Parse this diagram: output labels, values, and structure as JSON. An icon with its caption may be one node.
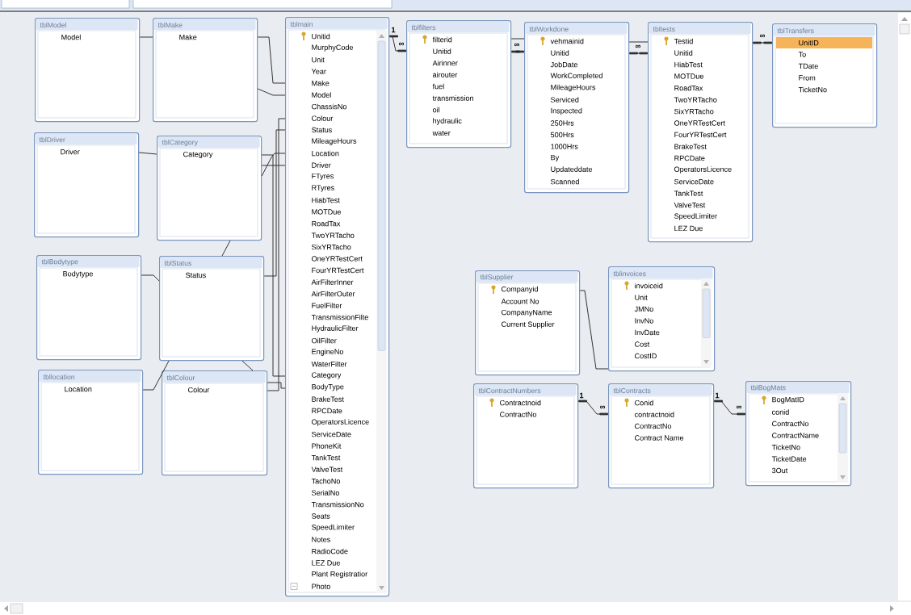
{
  "diagram": {
    "nodes": [
      {
        "text": [
          "tblModel",
          "Model"
        ]
      },
      {
        "text": [
          "tblMake",
          "Make"
        ]
      },
      {
        "text": [
          "tblmain",
          "Unitid",
          "MurphyCode",
          "Unit",
          "Year",
          "Make",
          "Model",
          "ChassisNo",
          "Colour",
          "Status",
          "MileageHours",
          "Location",
          "Driver",
          "FTyres",
          "RTyres",
          "HiabTest",
          "MOTDue",
          "RoadTax",
          "TwoYRTacho",
          "SixYRTacho",
          "OneYRTestCert",
          "FourYRTestCert",
          "AirFilterInner",
          "AirFilterOuter",
          "FuelFilter",
          "TransmissionFilte",
          "HydraulicFilter",
          "OilFilter",
          "EngineNo",
          "WaterFilter",
          "Category",
          "BodyType",
          "BrakeTest",
          "RPCDate",
          "OperatorsLicence",
          "ServiceDate",
          "PhoneKit",
          "TankTest",
          "ValveTest",
          "TachoNo",
          "SerialNo",
          "TransmissionNo",
          "Seats",
          "SpeedLimiter",
          "Notes",
          "RadioCode",
          "LEZ Due",
          "Plant Registratior",
          "Photo"
        ]
      },
      {
        "text": [
          "tblfilters",
          "filterid",
          "Unitid",
          "Airinner",
          "airouter",
          "fuel",
          "transmission",
          "oil",
          "hydraulic",
          "water"
        ]
      },
      {
        "text": [
          "tblWorkdone",
          "vehmainid",
          "Unitid",
          "JobDate",
          "WorkCompleted",
          "MileageHours",
          "Serviced",
          "Inspected",
          "250Hrs",
          "500Hrs",
          "1000Hrs",
          "By",
          "Updateddate",
          "Scanned"
        ]
      },
      {
        "text": [
          "tbltests",
          "Testid",
          "Unitid",
          "HiabTest",
          "MOTDue",
          "RoadTax",
          "TwoYRTacho",
          "SixYRTacho",
          "OneYRTestCert",
          "FourYRTestCert",
          "BrakeTest",
          "RPCDate",
          "OperatorsLicence",
          "ServiceDate",
          "TankTest",
          "ValveTest",
          "SpeedLimiter",
          "LEZ Due"
        ]
      },
      {
        "text": [
          "tblTransfers",
          "UnitID",
          "To",
          "TDate",
          "From",
          "TicketNo"
        ]
      },
      {
        "text": [
          "tblDriver",
          "Driver"
        ]
      },
      {
        "text": [
          "tblCategory",
          "Category"
        ]
      },
      {
        "text": [
          "tblBodytype",
          "Bodytype"
        ]
      },
      {
        "text": [
          "tblStatus",
          "Status"
        ]
      },
      {
        "text": [
          "tbllocation",
          "Location"
        ]
      },
      {
        "text": [
          "tblColour",
          "Colour"
        ]
      },
      {
        "text": [
          "tblSupplier",
          "Companyid",
          "Account No",
          "CompanyName",
          "Current Supplier"
        ]
      },
      {
        "text": [
          "tblinvoices",
          "invoiceid",
          "Unit",
          "JMNo",
          "InvNo",
          "InvDate",
          "Cost",
          "CostID"
        ]
      },
      {
        "text": [
          "tblContractNumbers",
          "Contractnoid",
          "ContractNo"
        ]
      },
      {
        "text": [
          "tblContracts",
          "Conid",
          "contractnoid",
          "ContractNo",
          "Contract Name"
        ]
      },
      {
        "text": [
          "tblBogMats",
          "BogMatID",
          "conid",
          "ContractNo",
          "ContractName",
          "TicketNo",
          "TicketDate",
          "3Out"
        ]
      }
    ],
    "edges": [
      {
        "from": 0,
        "to": 1,
        "arrow": "none"
      },
      {
        "from": 1,
        "to": 2,
        "arrow": "none"
      },
      {
        "from": 1,
        "to": 2,
        "arrow": "none"
      },
      {
        "from": 7,
        "to": 8,
        "arrow": "none"
      },
      {
        "from": 8,
        "to": 2,
        "arrow": "none"
      },
      {
        "from": 8,
        "to": 2,
        "arrow": "none"
      },
      {
        "from": 8,
        "to": 2,
        "arrow": "none"
      },
      {
        "from": 9,
        "to": 10,
        "arrow": "none"
      },
      {
        "from": 10,
        "to": 8,
        "arrow": "none"
      },
      {
        "from": 10,
        "to": 2,
        "arrow": "none"
      },
      {
        "from": 10,
        "to": 12,
        "arrow": "none"
      },
      {
        "from": 11,
        "to": 10,
        "arrow": "none"
      },
      {
        "from": 12,
        "to": 2,
        "arrow": "none"
      },
      {
        "from": 12,
        "to": 2,
        "arrow": "none"
      },
      {
        "from": 2,
        "to": 3,
        "arrow": "other"
      },
      {
        "from": 3,
        "to": 4,
        "arrow": "none"
      },
      {
        "from": 3,
        "to": 4,
        "arrow": "other"
      },
      {
        "from": 4,
        "to": 5,
        "arrow": "none"
      },
      {
        "from": 4,
        "to": 5,
        "arrow": "other"
      },
      {
        "from": 5,
        "to": 6,
        "arrow": "other"
      },
      {
        "from": 13,
        "to": 14,
        "arrow": "none"
      },
      {
        "from": 15,
        "to": 16,
        "arrow": "other"
      },
      {
        "from": 16,
        "to": 17,
        "arrow": "other"
      }
    ],
    "labels": [
      "1",
      "∞",
      "∞",
      "∞",
      "∞",
      "1",
      "∞",
      "1",
      "∞"
    ]
  }
}
